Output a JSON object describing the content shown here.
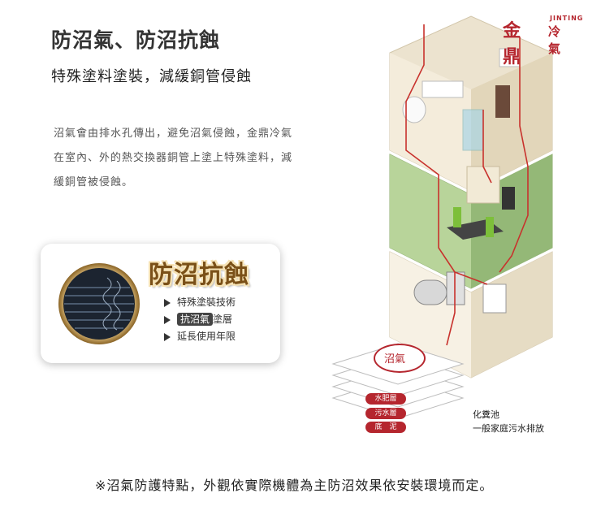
{
  "header": {
    "title": "防沼氣、防沼抗蝕",
    "subtitle": "特殊塗料塗裝，減緩銅管侵蝕"
  },
  "description": "沼氣會由排水孔傳出，避免沼氣侵蝕，金鼎冷氣在室內、外的熱交換器銅管上塗上特殊塗料，減緩銅管被侵蝕。",
  "feature_card": {
    "badge": "防沼抗蝕",
    "items": [
      {
        "text": "特殊塗裝技術"
      },
      {
        "highlight": "抗沼氣",
        "text": "塗層"
      },
      {
        "text": "延長使用年限"
      }
    ]
  },
  "logo": {
    "name": "金鼎",
    "english": "JINTING",
    "suffix": "冷氣"
  },
  "diagram": {
    "gas_label": "沼氣",
    "layers": [
      "水肥層",
      "污水層",
      "底　泥"
    ],
    "tank_title": "化糞池",
    "tank_desc": "一般家庭污水排放"
  },
  "footnote": "※沼氣防護特點，外觀依實際機體為主防沼效果依安裝環境而定。",
  "colors": {
    "accent": "#b5262e",
    "badge_text": "#7a5018",
    "middle_floor": "#a8c889",
    "house_beige": "#efe7d4"
  }
}
